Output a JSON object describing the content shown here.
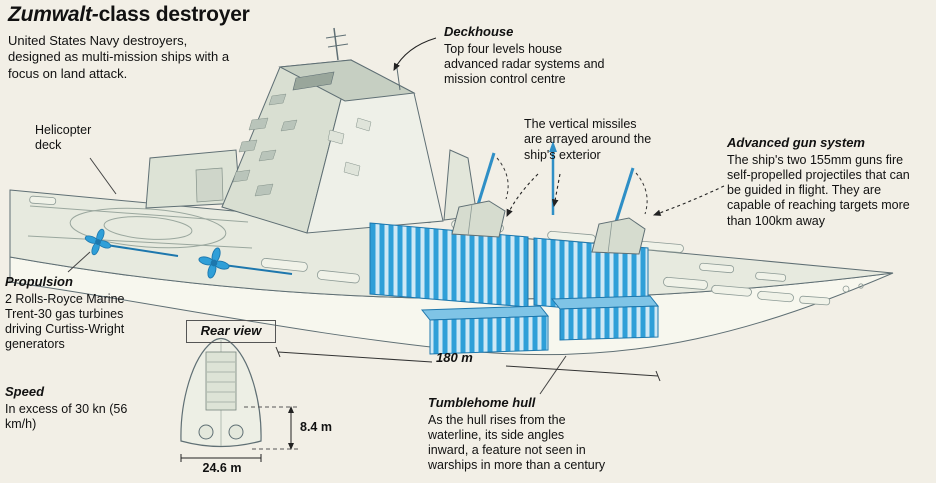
{
  "header": {
    "title_italic": "Zumwalt-",
    "title_rest": "class destroyer",
    "subtitle": "United States Navy destroyers, designed as multi-mission ships with a focus on land attack."
  },
  "labels": {
    "helicopter_deck": "Helicopter deck",
    "length": "180 m"
  },
  "callouts": {
    "deckhouse": {
      "title": "Deckhouse",
      "body": "Top four levels house advanced radar systems and mission control centre"
    },
    "missiles": {
      "body": "The vertical missiles are arrayed around the ship's exterior"
    },
    "gun_system": {
      "title": "Advanced gun system",
      "body": "The ship's two 155mm guns fire self-propelled projectiles that can be guided in flight. They are capable of reaching targets more than 100km away"
    },
    "propulsion": {
      "title": "Propulsion",
      "body": "2 Rolls-Royce Marine Trent-30 gas turbines driving Curtiss-Wright generators"
    },
    "speed": {
      "title": "Speed",
      "body": "In excess of 30 kn (56 km/h)"
    },
    "tumblehome": {
      "title": "Tumblehome hull",
      "body": "As the hull rises from the waterline, its side angles inward, a feature not seen in warships in more than a century"
    }
  },
  "rear_view": {
    "title": "Rear view",
    "draft": "8.4 m",
    "beam": "24.6 m"
  },
  "colors": {
    "background": "#f2efe6",
    "accent_blue": "#2f9fd8",
    "line": "#5f6f74",
    "text": "#111111"
  }
}
